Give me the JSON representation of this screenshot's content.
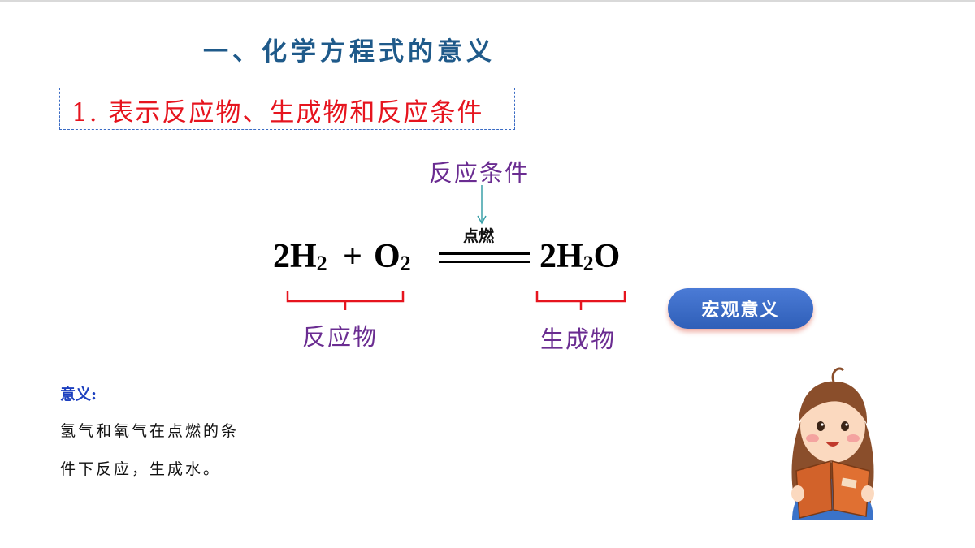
{
  "title": "一、化学方程式的意义",
  "subtitle": "1. 表示反应物、生成物和反应条件",
  "condition_label": "反应条件",
  "condition_text": "点燃",
  "equation": {
    "reactant1": {
      "coef": "2H",
      "sub": "2"
    },
    "plus": "+",
    "reactant2": {
      "coef": "O",
      "sub": "2"
    },
    "product": {
      "a": "2H",
      "sub": "2",
      "b": "O"
    }
  },
  "reactant_label": "反应物",
  "product_label": "生成物",
  "macro_button": "宏观意义",
  "meaning": {
    "heading": "意义:",
    "lines": [
      "氢气和氧气在点燃的条",
      "件下反应，生成水。"
    ]
  },
  "colors": {
    "title": "#1f5a8a",
    "subtitle": "#e6141e",
    "label": "#6a2c91",
    "brace": "#e6141e",
    "arrow": "#3aa0a8",
    "button": "#3a6bc9"
  },
  "icons": {
    "girl": "girl-reading-book-illustration"
  }
}
